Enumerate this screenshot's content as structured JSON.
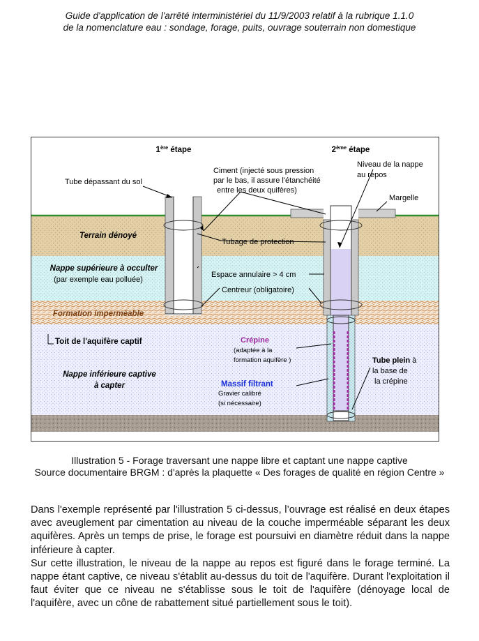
{
  "header": {
    "line1": "Guide d'application de l'arrêté interministériel du 11/9/2003 relatif à la rubrique 1.1.0",
    "line2": "de la nomenclature eau : sondage, forage, puits, ouvrage souterrain non domestique"
  },
  "figure": {
    "step1": {
      "num": "1",
      "sup": "ère",
      "word": " étape"
    },
    "step2": {
      "num": "2",
      "sup": "ème",
      "word": " étape"
    },
    "layers": {
      "terrain": "Terrain dénoyé",
      "nappe_sup_1": "Nappe supérieure à occulter",
      "nappe_sup_2": "(par exemple eau polluée)",
      "formation": "Formation imperméable",
      "toit": "Toit de l'aquifère captif",
      "nappe_inf_1": "Nappe inférieure captive",
      "nappe_inf_2": "à capter"
    },
    "labels": {
      "tube_depassant": "Tube dépassant du sol",
      "ciment_1": "Ciment (injecté sous pression",
      "ciment_2": "par le bas, il assure l'étanchéité",
      "ciment_3": "entre les deux quifères)",
      "niveau_1": "Niveau de la nappe",
      "niveau_2": "au repos",
      "margelle": "Margelle",
      "tubage": "Tubage de protection",
      "espace": "Espace annulaire > 4 cm",
      "centreur": "Centreur  (obligatoire)",
      "crepine_title": "Crépine",
      "crepine_1": "(adaptée à la",
      "crepine_2": "formation aquifère )",
      "tube_plein_bold": "Tube plein",
      "tube_plein_1": " à",
      "tube_plein_2": "la base de",
      "tube_plein_3": "la crépine",
      "massif_title": "Massif filtrant",
      "massif_1": "Gravier calibré",
      "massif_2": "(si nécessaire)"
    },
    "colors": {
      "terrain": "#e3cfa6",
      "nappe_sup": "#d5f3f3",
      "formation": "#f3e4d3",
      "formation_hatch": "#c6813f",
      "nappe_inf": "#eef0ff",
      "bedrock": "#a89d92",
      "grass": "#2e8b2e",
      "crepine": "#9b2a9b",
      "massif": "#1a2ed6",
      "water_column": "#d9d2f5"
    }
  },
  "caption": {
    "title": "Illustration 5 - Forage traversant une nappe libre et captant une nappe captive",
    "source": "Source documentaire BRGM : d'après la plaquette « Des forages de qualité en région Centre »"
  },
  "body": {
    "p1": "Dans l'exemple représenté par l'illustration 5 ci-dessus, l’ouvrage est réalisé en deux étapes avec aveuglement par cimentation au niveau de la couche imperméable séparant les deux aquifères. Après un temps de prise, le forage est poursuivi en diamètre réduit dans la nappe inférieure à capter.",
    "p2": "Sur cette illustration, le niveau de la nappe au repos est figuré dans le forage terminé. La nappe étant captive, ce niveau s'établit au-dessus du toit de l'aquifère. Durant l'exploitation il faut éviter que ce niveau ne s'établisse sous le toit de l'aquifère (dénoyage local de l'aquifère, avec un cône de rabattement situé partiellement sous le toit)."
  }
}
